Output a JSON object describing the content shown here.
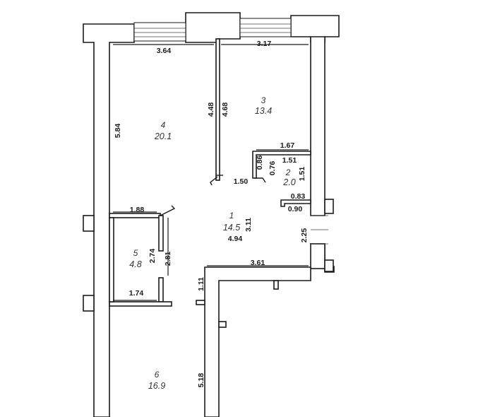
{
  "rooms": [
    {
      "number": "1",
      "area": "14.5"
    },
    {
      "number": "2",
      "area": "2.0"
    },
    {
      "number": "3",
      "area": "13.4"
    },
    {
      "number": "4",
      "area": "20.1"
    },
    {
      "number": "5",
      "area": "4.8"
    },
    {
      "number": "6",
      "area": "16.9"
    }
  ],
  "dimensions": {
    "d364": "3.64",
    "d317": "3.17",
    "d448": "4.48",
    "d468": "4.68",
    "d584": "5.84",
    "d167": "1.67",
    "d086": "0.86",
    "d076": "0.76",
    "d151a": "1.51",
    "d151b": "1.51",
    "d150": "1.50",
    "d083": "0.83",
    "d090": "0.90",
    "d188": "1.88",
    "d311": "3.11",
    "d494": "4.94",
    "d225": "2.25",
    "d274": "2.74",
    "d281": "2.81",
    "d361": "3.61",
    "d111": "1.11",
    "d174": "1.74",
    "d518": "5.18"
  }
}
